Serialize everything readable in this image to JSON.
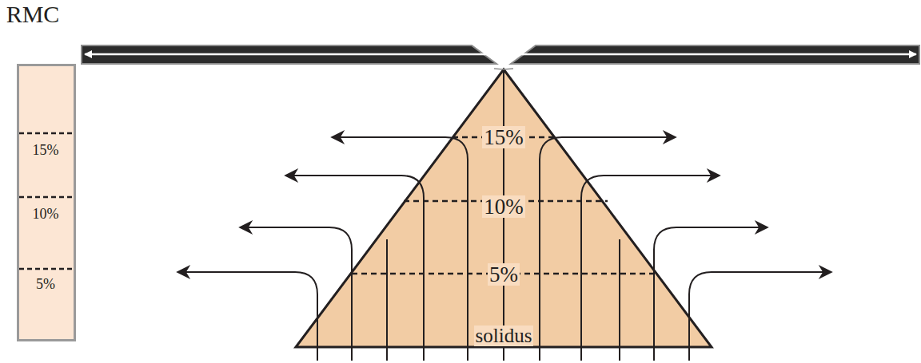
{
  "diagram": {
    "nodes": [
      {
        "text": [
          "RMC",
          "15%",
          "10%",
          "5%"
        ]
      },
      {
        "text": [
          "15%",
          "10%",
          "5%",
          "solidus"
        ]
      }
    ]
  }
}
